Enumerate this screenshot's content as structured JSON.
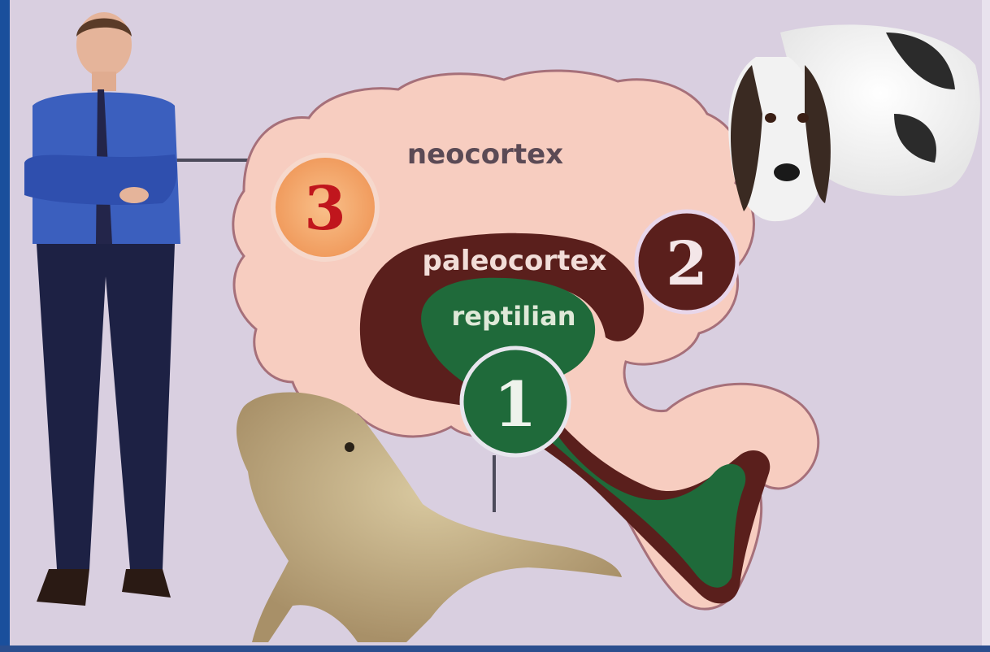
{
  "labels": {
    "neocortex": "neocortex",
    "paleocortex": "paleocortex",
    "reptilian": "reptilian"
  },
  "markers": {
    "one": "1",
    "two": "2",
    "three": "3"
  },
  "figures": {
    "human": "man-figure",
    "dog": "dog-figure",
    "lizard": "lizard-figure"
  },
  "colors": {
    "background": "#d9cfe0",
    "neocortex": "#f7cdc0",
    "paleocortex": "#5a1f1c",
    "reptilian": "#1f6a3a",
    "marker_three": "#f3a66c",
    "frame": "#1a4f9c"
  }
}
